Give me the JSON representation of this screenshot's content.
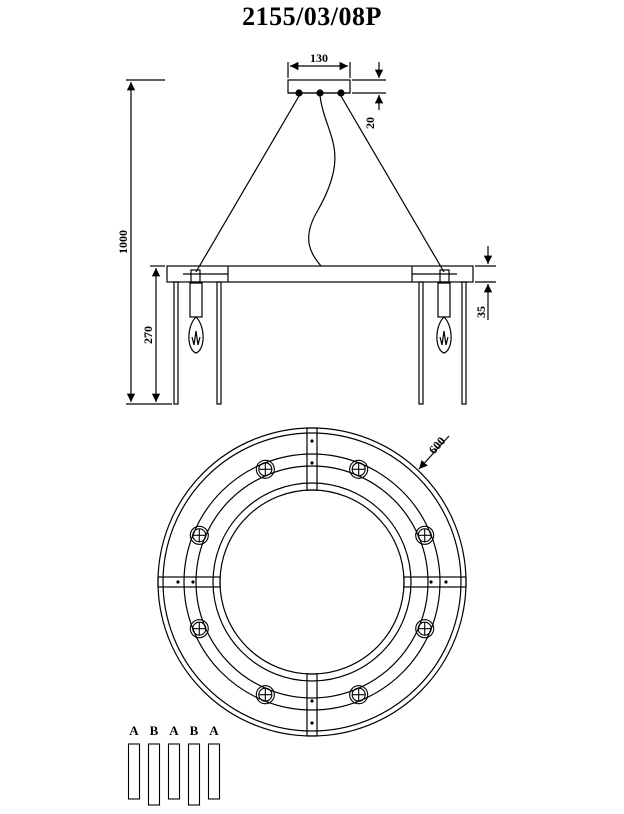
{
  "title": "2155/03/08P",
  "dimensions": {
    "canopy_width": "130",
    "canopy_height": "20",
    "total_height": "1000",
    "body_height": "270",
    "ring_height": "35",
    "diameter": "600"
  },
  "crystal_labels": [
    "A",
    "B",
    "A",
    "B",
    "A"
  ],
  "colors": {
    "line": "#000000",
    "background": "#ffffff"
  }
}
